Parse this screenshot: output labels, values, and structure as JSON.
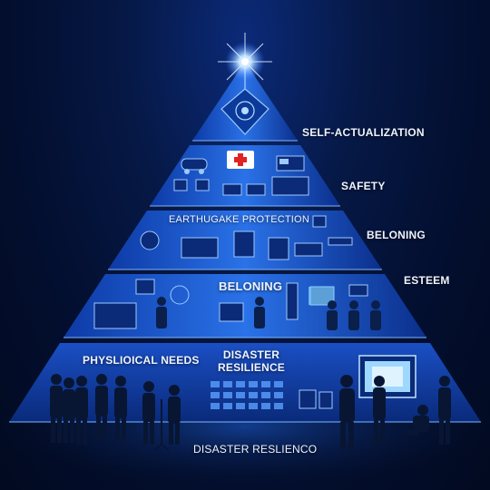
{
  "tiers": {
    "self_actualization": "SELF-ACTUALIZATION",
    "safety": "SAFETY",
    "beloning_right": "BELONING",
    "esteem": "ESTEEM",
    "earthquake_protection": "EARTHUGAKE PROTECTION",
    "beloning_center": "BELONING",
    "physiological_needs": "PHYSLIOICAL NEEDS",
    "disaster_resilience_line1": "DISASTER",
    "disaster_resilience_line2": "RESILIENCE",
    "bottom_caption": "DISASTER RESLIENCO"
  },
  "colors": {
    "background": "#030f30",
    "pyramid_light": "#2f7cf0",
    "pyramid_dark": "#0a2f8f",
    "glow": "#bfe3ff",
    "silhouette": "#0a1f4a"
  },
  "icons": [
    "star-glow-icon",
    "control-panel-icon",
    "car-icon",
    "medical-kit-icon",
    "ambulance-icon",
    "monitor-icon",
    "medical-bed-icon",
    "console-icon",
    "hospital-bed-icon",
    "worker-silhouette-icon",
    "display-screen-icon"
  ]
}
